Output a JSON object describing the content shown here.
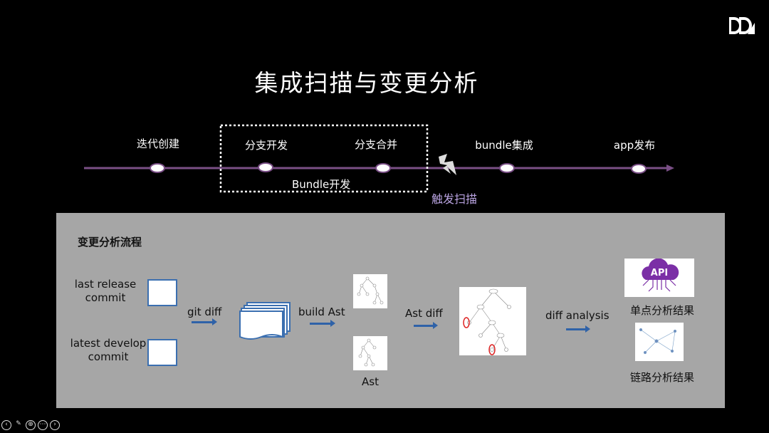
{
  "title": "集成扫描与变更分析",
  "logo": "DD",
  "timeline": {
    "stages": [
      "迭代创建",
      "分支开发",
      "分支合并",
      "bundle集成",
      "app发布"
    ],
    "group_label": "Bundle开发",
    "trigger_label": "触发扫描",
    "trigger_icon": "lightning-icon"
  },
  "panel": {
    "heading": "变更分析流程",
    "input_top": "last release\ncommit",
    "input_bottom": "latest develop\ncommit",
    "step_git_diff": "git diff",
    "step_build_ast": "build Ast",
    "ast_label": "Ast",
    "step_ast_diff": "Ast diff",
    "step_diff_analysis": "diff analysis",
    "api_badge": "API",
    "result_single": "单点分析结果",
    "result_chain": "链路分析结果"
  },
  "colors": {
    "timeline_line": "#7a4f86",
    "accent_purple": "#b9a3e0",
    "panel_bg": "#a6a6a6",
    "arrow_blue": "#2f62a8",
    "api_purple": "#7b2fa6"
  }
}
